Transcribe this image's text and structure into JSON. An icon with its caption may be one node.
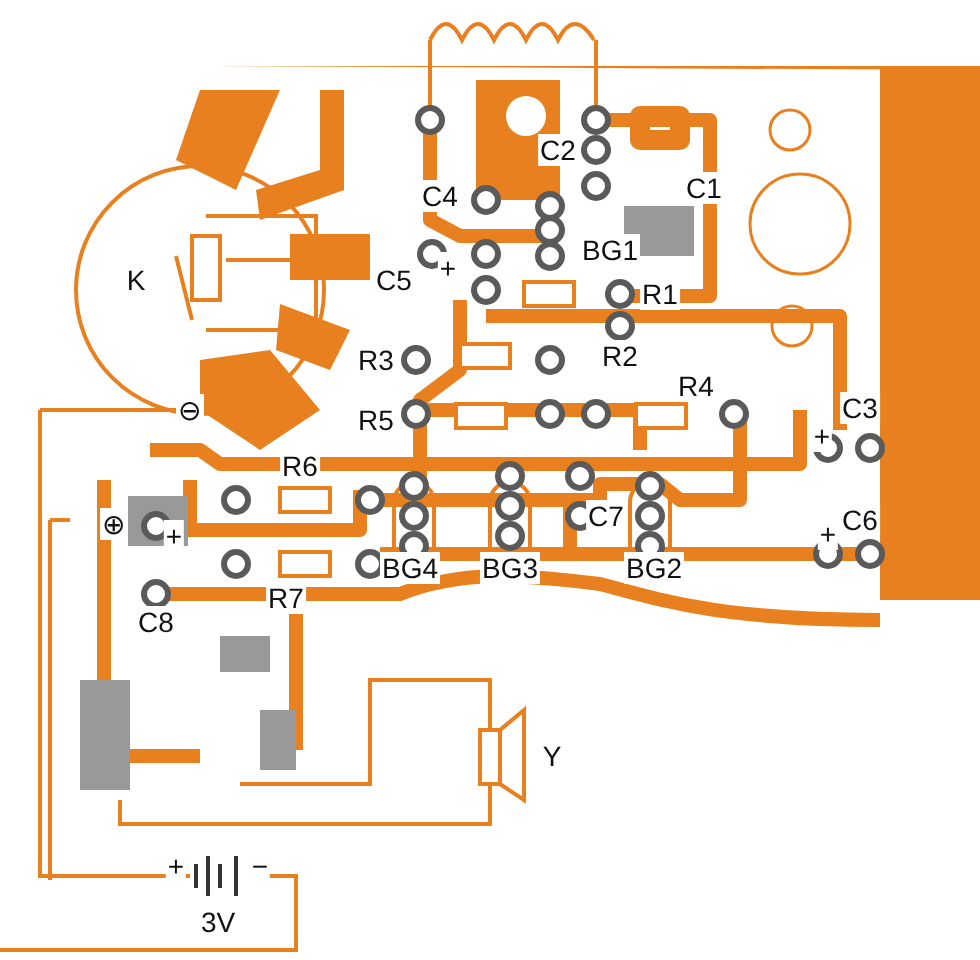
{
  "diagram": {
    "labels": [
      "C2",
      "C4",
      "C1",
      "BG1",
      "K",
      "C5",
      "+",
      "R1",
      "R3",
      "R2",
      "R4",
      "⊖",
      "R5",
      "C3",
      "+",
      "R6",
      "⊕",
      "+",
      "C7",
      "C6",
      "+",
      "BG4",
      "BG3",
      "BG2",
      "R7",
      "C8",
      "Y",
      "+",
      "−",
      "3V"
    ]
  }
}
